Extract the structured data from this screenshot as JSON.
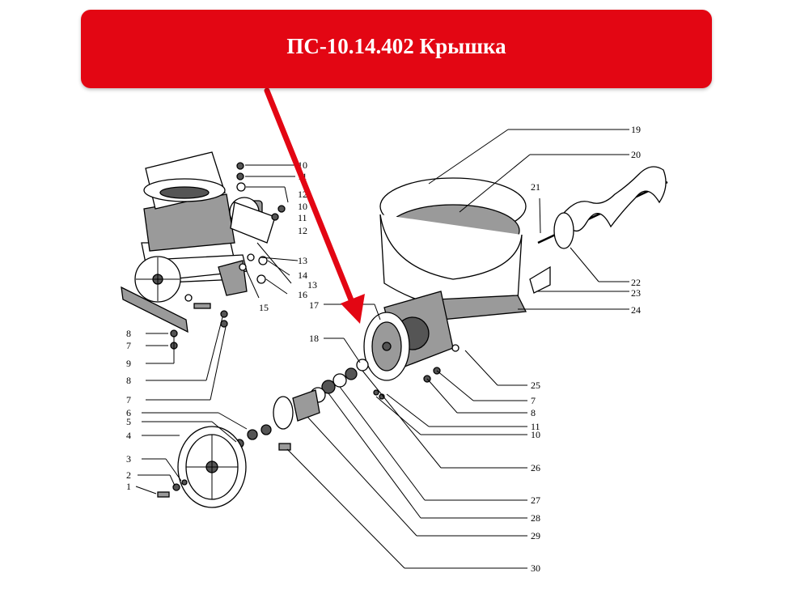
{
  "banner": {
    "title": "ПС-10.14.402 Крышка",
    "color": "#e30613"
  },
  "arrow": {
    "color": "#e30613"
  },
  "diagram": {
    "labels": [
      "19",
      "20",
      "21",
      "22",
      "23",
      "24",
      "25",
      "7",
      "8",
      "11",
      "10",
      "26",
      "27",
      "28",
      "29",
      "30",
      "10",
      "11",
      "12",
      "10",
      "11",
      "12",
      "13",
      "14",
      "16",
      "15",
      "13",
      "17",
      "18",
      "8",
      "7",
      "9",
      "8",
      "7",
      "6",
      "5",
      "4",
      "3",
      "2",
      "1"
    ]
  }
}
